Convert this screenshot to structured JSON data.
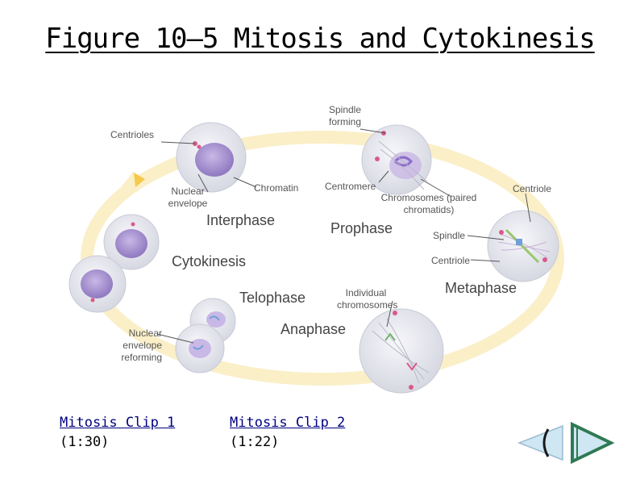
{
  "title": "Figure 10–5 Mitosis and Cytokinesis",
  "labels": {
    "spindle_forming": "Spindle\nforming",
    "centrioles": "Centrioles",
    "nuclear_envelope": "Nuclear\nenvelope",
    "chromatin": "Chromatin",
    "centromere": "Centromere",
    "chromosomes_paired": "Chromosomes (paired\nchromatids)",
    "centriole_top": "Centriole",
    "spindle": "Spindle",
    "centriole_mid": "Centriole",
    "individual_chromosomes": "Individual\nchromosomes",
    "nuclear_envelope_reforming": "Nuclear\nenvelope\nreforming"
  },
  "phases": {
    "interphase": "Interphase",
    "prophase": "Prophase",
    "cytokinesis": "Cytokinesis",
    "metaphase": "Metaphase",
    "telophase": "Telophase",
    "anaphase": "Anaphase"
  },
  "clips": [
    {
      "label": "Mitosis Clip 1",
      "duration": "(1:30)"
    },
    {
      "label": "Mitosis Clip 2",
      "duration": "(1:22)"
    }
  ],
  "colors": {
    "cycle_ring": "#fbefc8",
    "cycle_arrow": "#f5c94a",
    "cell_fill": "#e9eaf0",
    "nucleus_fill": "#b9a6d8",
    "nav_fill": "#cfe6f3"
  },
  "icons": {
    "prev": "previous-arrow-icon",
    "next": "next-arrow-icon"
  }
}
